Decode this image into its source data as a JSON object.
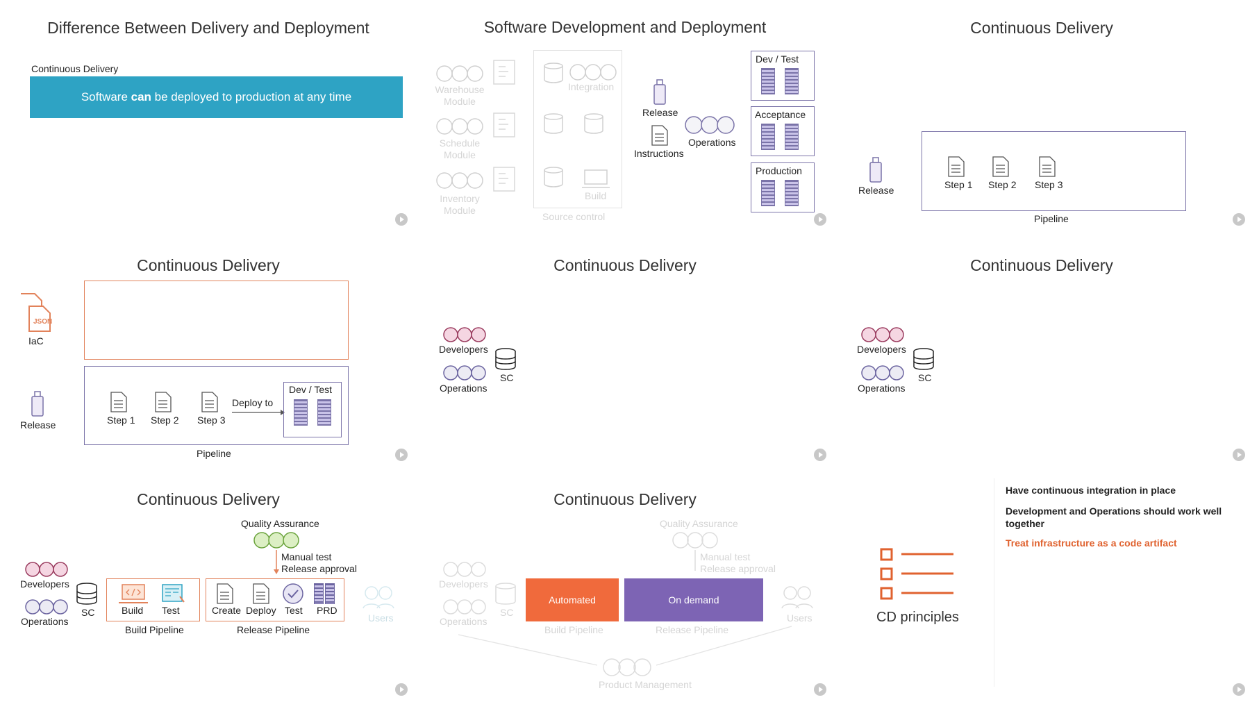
{
  "slide1": {
    "title": "Difference Between Delivery and Deployment",
    "label": "Continuous Delivery",
    "banner_pre": "Software ",
    "banner_bold": "can",
    "banner_post": " be deployed to production at any time",
    "accent": "#2ea3c4"
  },
  "slide2": {
    "title": "Software Development and Deployment",
    "warehouse": "Warehouse Module",
    "schedule": "Schedule Module",
    "inventory": "Inventory Module",
    "integration": "Integration",
    "build": "Build",
    "source_control": "Source control",
    "release": "Release",
    "instructions": "Instructions",
    "operations": "Operations",
    "env_dev": "Dev / Test",
    "env_acc": "Acceptance",
    "env_prod": "Production"
  },
  "slide3": {
    "title": "Continuous Delivery",
    "release": "Release",
    "step1": "Step 1",
    "step2": "Step 2",
    "step3": "Step 3",
    "pipeline": "Pipeline"
  },
  "slide4": {
    "title": "Continuous Delivery",
    "iac": "IaC",
    "json": "JSON",
    "release": "Release",
    "step1": "Step 1",
    "step2": "Step 2",
    "step3": "Step 3",
    "deploy_to": "Deploy to",
    "dev_test": "Dev / Test",
    "pipeline": "Pipeline"
  },
  "slide5": {
    "title": "Continuous Delivery",
    "developers": "Developers",
    "operations": "Operations",
    "sc": "SC"
  },
  "slide6": {
    "title": "Continuous Delivery",
    "developers": "Developers",
    "operations": "Operations",
    "sc": "SC"
  },
  "slide7": {
    "title": "Continuous Delivery",
    "qa": "Quality Assurance",
    "manual_test": "Manual test",
    "release_approval": "Release approval",
    "developers": "Developers",
    "operations": "Operations",
    "sc": "SC",
    "build": "Build",
    "test": "Test",
    "build_pipeline": "Build Pipeline",
    "create": "Create",
    "deploy": "Deploy",
    "test2": "Test",
    "prd": "PRD",
    "release_pipeline": "Release Pipeline",
    "users": "Users"
  },
  "slide8": {
    "title": "Continuous Delivery",
    "qa": "Quality Assurance",
    "manual_test": "Manual test",
    "release_approval": "Release approval",
    "developers": "Developers",
    "operations": "Operations",
    "sc": "SC",
    "automated": "Automated",
    "on_demand": "On demand",
    "build_pipeline": "Build Pipeline",
    "release_pipeline": "Release Pipeline",
    "users": "Users",
    "product_management": "Product Management",
    "automated_color": "#f06a3c",
    "on_demand_color": "#7d64b4"
  },
  "slide9": {
    "p1": "Have continuous integration in place",
    "p2": "Development and Operations should work well together",
    "p3": "Treat infrastructure as a code artifact",
    "caption": "CD principles",
    "highlight": "#e0622f"
  }
}
